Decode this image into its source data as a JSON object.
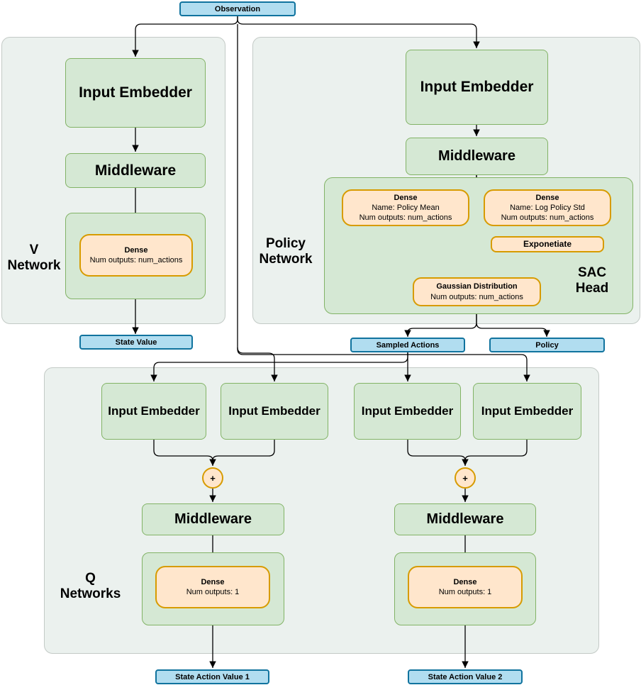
{
  "nodes": {
    "observation": "Observation",
    "input_embedder": "Input Embedder",
    "middleware": "Middleware",
    "plus": "+",
    "v_network": {
      "label": "V Network",
      "dense_title": "Dense",
      "dense_outputs": "Num outputs: num_actions",
      "output": "State Value"
    },
    "policy_network": {
      "label": "Policy Network",
      "sac_head_label": "SAC Head",
      "dense_mean_title": "Dense",
      "dense_mean_name": "Name: Policy Mean",
      "dense_mean_outputs": "Num outputs: num_actions",
      "dense_std_title": "Dense",
      "dense_std_name": "Name: Log Policy Std",
      "dense_std_outputs": "Num outputs: num_actions",
      "exponentiate": "Exponetiate",
      "gaussian_title": "Gaussian Distribution",
      "gaussian_outputs": "Num outputs: num_actions",
      "output_sampled_actions": "Sampled Actions",
      "output_policy": "Policy"
    },
    "q_networks": {
      "label": "Q Networks",
      "dense_title": "Dense",
      "dense_outputs": "Num outputs: 1",
      "output_1": "State Action Value 1",
      "output_2": "State Action Value 2"
    }
  },
  "colors": {
    "node_green_fill": "#d5e8d4",
    "node_green_stroke": "#82b366",
    "node_orange_fill": "#ffe6cc",
    "node_orange_stroke": "#d79b00",
    "io_blue_fill": "#b1ddf0",
    "io_blue_stroke": "#10739e",
    "container_fill": "#ebf1ee",
    "container_stroke": "#c3cac6",
    "edge": "#000000"
  }
}
